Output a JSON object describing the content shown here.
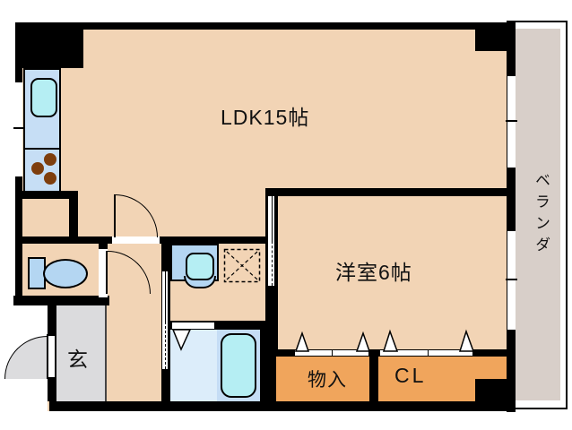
{
  "plan_title": "apartment-floor-plan",
  "labels": {
    "ldk": "LDK15帖",
    "western_room": "洋室6帖",
    "storage": "物入",
    "closet": "CL",
    "entrance": "玄",
    "veranda": "ベランダ"
  },
  "rooms": [
    {
      "name": "LDK",
      "size_tatami": 15
    },
    {
      "name": "洋室",
      "size_tatami": 6
    },
    {
      "name": "物入"
    },
    {
      "name": "CL"
    },
    {
      "name": "玄関"
    },
    {
      "name": "ベランダ"
    }
  ],
  "fixtures": [
    "kitchen-sink",
    "gas-stove",
    "toilet",
    "washbasin",
    "washing-machine-pan",
    "bathtub",
    "entrance-door",
    "sliding-door-washroom",
    "sliding-door-western-room",
    "folding-closet-doors",
    "windows"
  ],
  "colors": {
    "floor_peach": "#f2d4b5",
    "storage_orange": "#f0a55c",
    "veranda_gray": "#d8cfc9",
    "entrance_gray": "#dbdbdd",
    "wall_black": "#000000",
    "counter_blue": "#c6def5",
    "fixture_blue": "#b4d6f2",
    "water_cyan": "#b5eef3",
    "bath_floor_blue": "#dcedfa",
    "bathtub_zone_blue": "#c5ddf5",
    "stove_brown": "#7e3e0d"
  }
}
